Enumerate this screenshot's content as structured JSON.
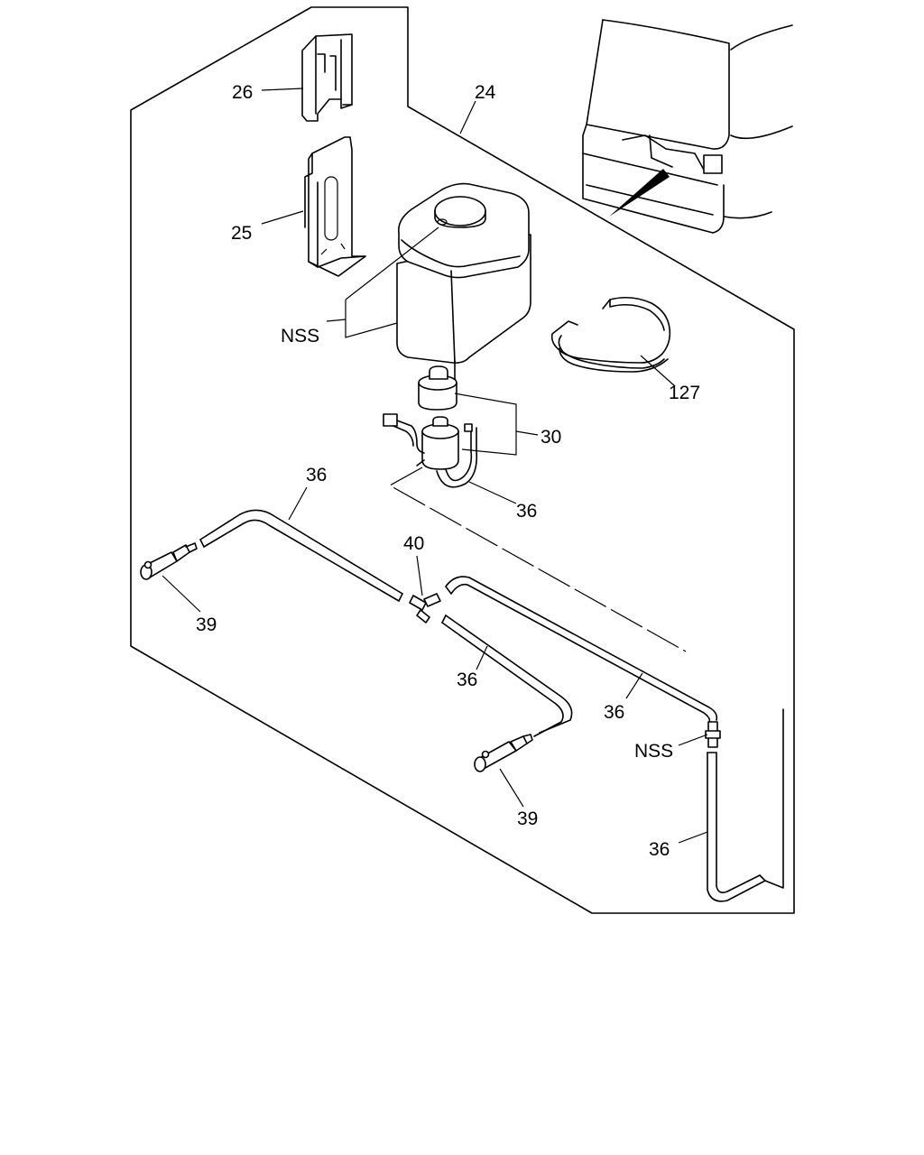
{
  "callouts": {
    "c26": "26",
    "c24": "24",
    "c25": "25",
    "nss_tank": "NSS",
    "c127": "127",
    "c30": "30",
    "c36_pump": "36",
    "c36_left_hose": "36",
    "c40": "40",
    "c39_left": "39",
    "c36_mid": "36",
    "c36_right": "36",
    "nss_joint": "NSS",
    "c39_right": "39",
    "c36_bottom": "36"
  }
}
